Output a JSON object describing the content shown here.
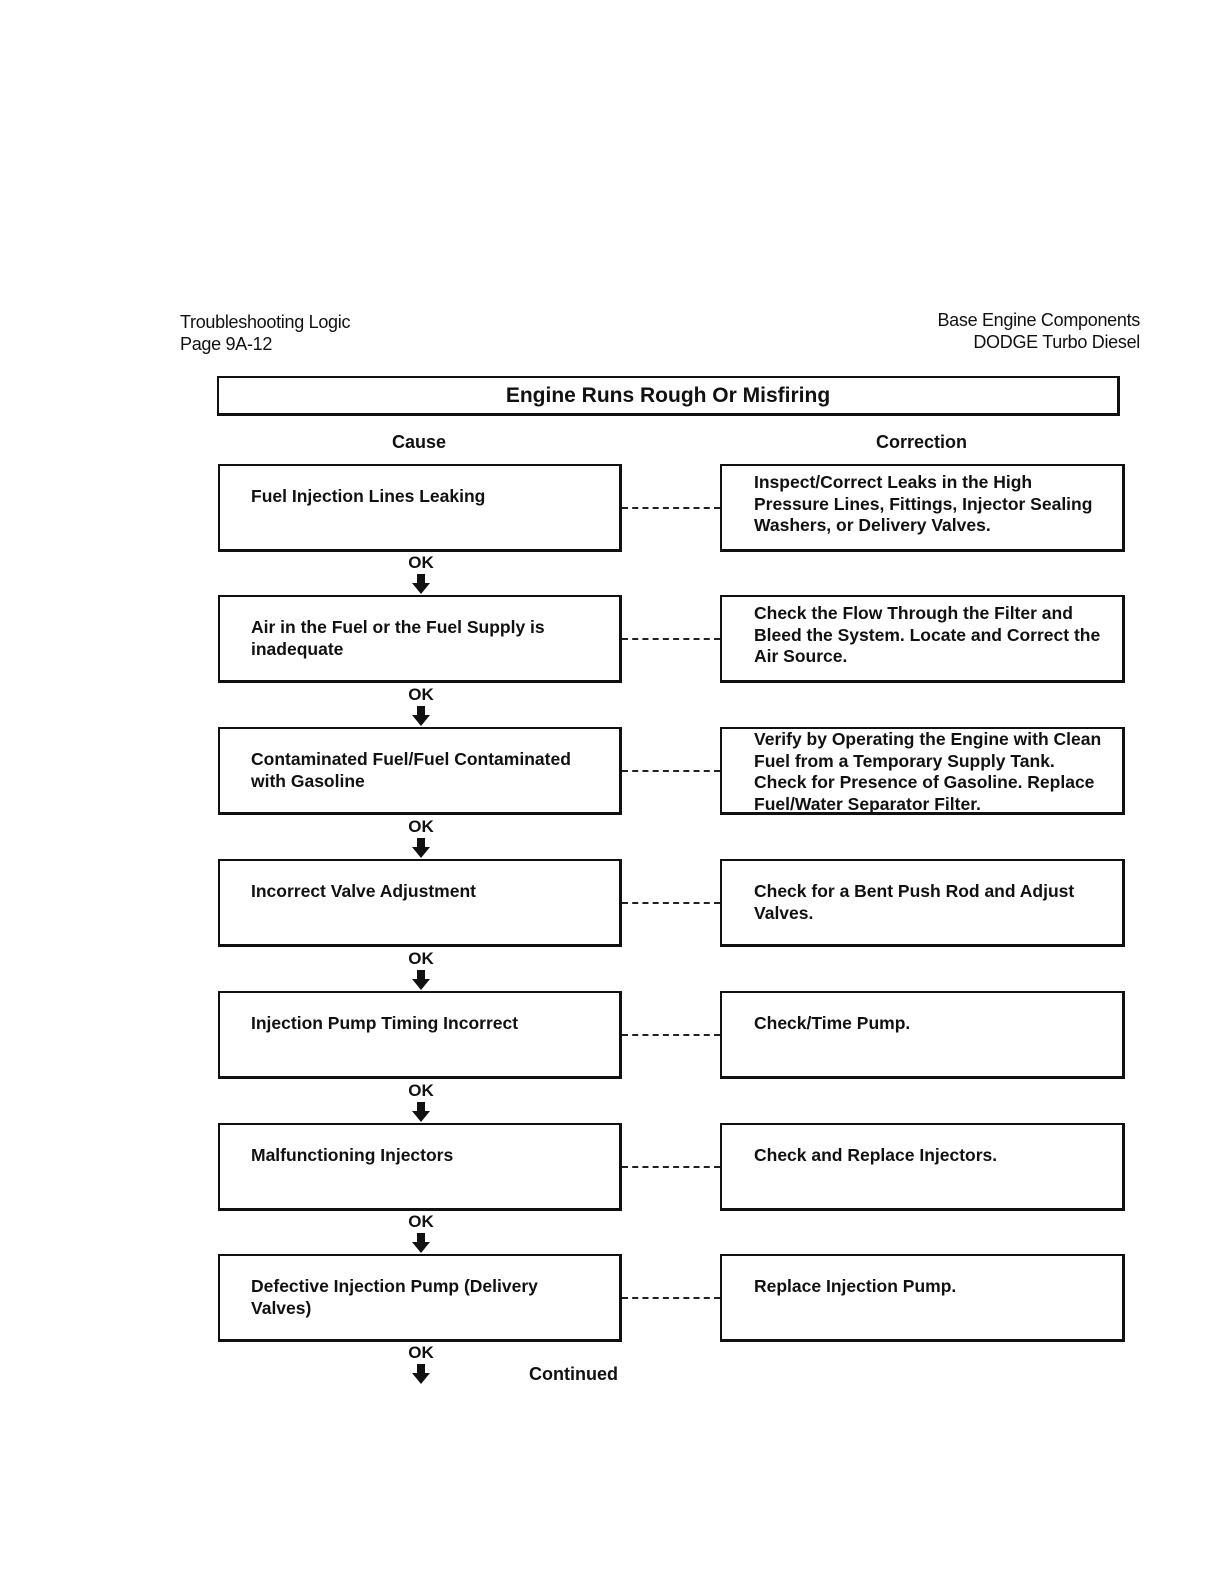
{
  "header": {
    "left_line1": "Troubleshooting Logic",
    "left_line2": "Page 9A-12",
    "right_line1": "Base Engine Components",
    "right_line2": "DODGE Turbo Diesel"
  },
  "title": "Engine Runs Rough Or Misfiring",
  "columns": {
    "cause": "Cause",
    "correction": "Correction"
  },
  "rows": [
    {
      "cause": "Fuel Injection Lines Leaking",
      "correction": "Inspect/Correct Leaks in the High Pressure Lines, Fittings, Injector Sealing Washers, or Delivery Valves.",
      "ok": "OK"
    },
    {
      "cause": "Air in the Fuel or the Fuel Supply is inadequate",
      "correction": "Check the Flow Through the Filter and Bleed the System. Locate and Correct the Air Source.",
      "ok": "OK"
    },
    {
      "cause": "Contaminated Fuel/Fuel Contaminated with Gasoline",
      "correction": "Verify by Operating the Engine with Clean Fuel from a Temporary Supply Tank. Check for Presence of Gasoline. Replace Fuel/Water Separator Filter.",
      "ok": "OK"
    },
    {
      "cause": "Incorrect Valve Adjustment",
      "correction": "Check for a Bent Push Rod and Adjust Valves.",
      "ok": "OK"
    },
    {
      "cause": "Injection Pump Timing Incorrect",
      "correction": "Check/Time Pump.",
      "ok": "OK"
    },
    {
      "cause": "Malfunctioning Injectors",
      "correction": "Check and Replace Injectors.",
      "ok": "OK"
    },
    {
      "cause": "Defective Injection Pump (Delivery Valves)",
      "correction": "Replace Injection Pump.",
      "ok": "OK"
    }
  ],
  "continued": "Continued"
}
